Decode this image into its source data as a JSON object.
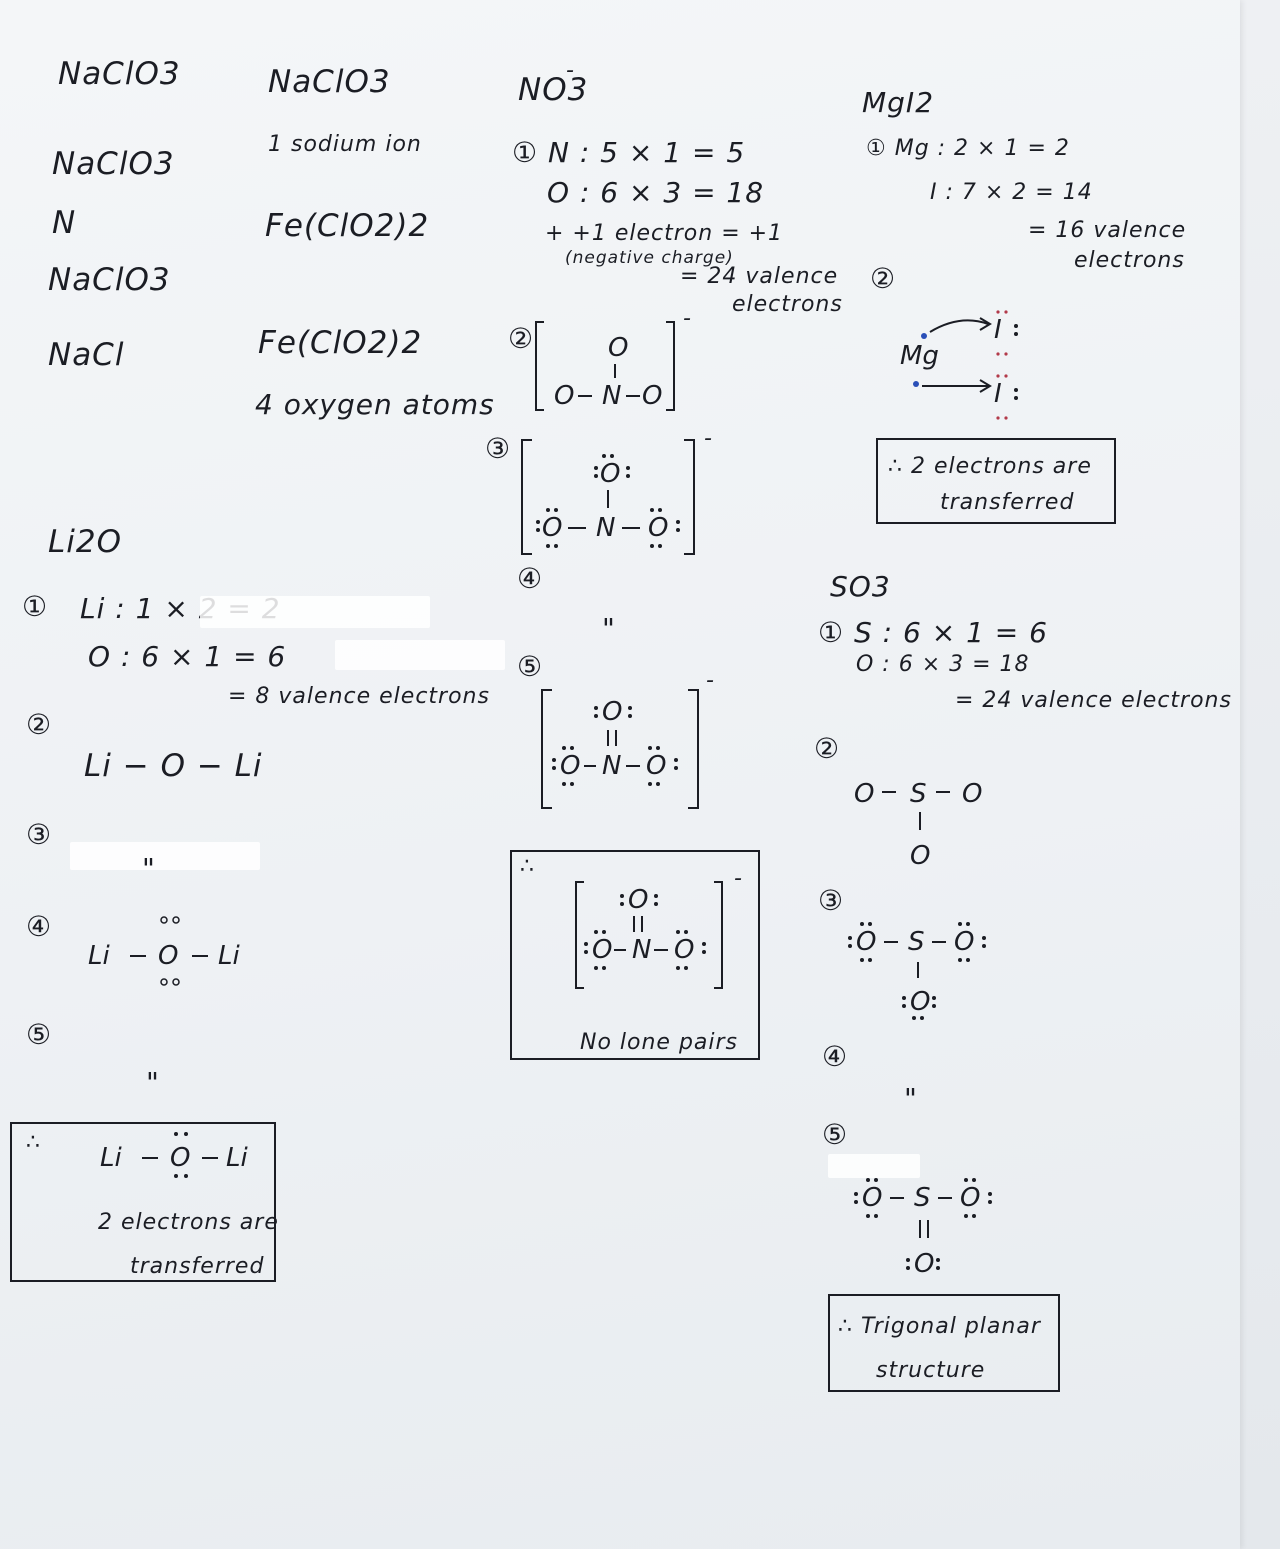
{
  "col1": {
    "line1": "NaClO3",
    "line2": "NaClO3",
    "line3": "N",
    "line4": "NaClO3",
    "line5": "NaCl"
  },
  "col2": {
    "title": "NaClO3",
    "note1": "1 sodium ion",
    "formula1": "Fe(ClO2)2",
    "formula2": "Fe(ClO2)2",
    "note2": "4 oxygen atoms"
  },
  "no3": {
    "title": "NO3",
    "charge": "-",
    "step1_n": "① N : 5 × 1 = 5",
    "step1_o": "O : 6 × 3 = 18",
    "step1_e": "+ +1 electron = +1",
    "step1_neg": "(negative charge)",
    "step1_total": "= 24 valence",
    "step1_total2": "electrons",
    "step2": "②",
    "step3": "③",
    "step4": "④",
    "step4_ditto": "\"",
    "step5": "⑤",
    "final_note": "No lone pairs",
    "therefore": "∴",
    "atom_o": "O",
    "atom_n": "N"
  },
  "mgi2": {
    "title": "MgI2",
    "step1_mg": "① Mg : 2 × 1 = 2",
    "step1_i": "I : 7 × 2 = 14",
    "step1_total": "= 16 valence",
    "step1_total2": "electrons",
    "step2": "②",
    "atom_mg": "Mg",
    "atom_i": "I",
    "conclusion1": "∴ 2 electrons are",
    "conclusion2": "transferred"
  },
  "li2o": {
    "title": "Li2O",
    "step1": "①",
    "step1_li": "Li : 1 × 2 = 2",
    "step1_o": "O : 6 × 1 = 6",
    "step1_total": "= 8 valence electrons",
    "step2": "②",
    "step2_struct": "Li − O − Li",
    "step3": "③",
    "step3_ditto": "\"",
    "step4": "④",
    "step5": "⑤",
    "step5_ditto": "\"",
    "therefore": "∴",
    "atom_li": "Li",
    "atom_o": "O",
    "conclusion1": "2 electrons are",
    "conclusion2": "transferred"
  },
  "so3": {
    "title": "SO3",
    "step1_s": "① S : 6 × 1 = 6",
    "step1_o": "O : 6 × 3 = 18",
    "step1_total": "= 24 valence electrons",
    "step2": "②",
    "step3": "③",
    "step4": "④",
    "step4_ditto": "\"",
    "step5": "⑤",
    "atom_o": "O",
    "atom_s": "S",
    "conclusion1": "∴ Trigonal planar",
    "conclusion2": "structure"
  }
}
